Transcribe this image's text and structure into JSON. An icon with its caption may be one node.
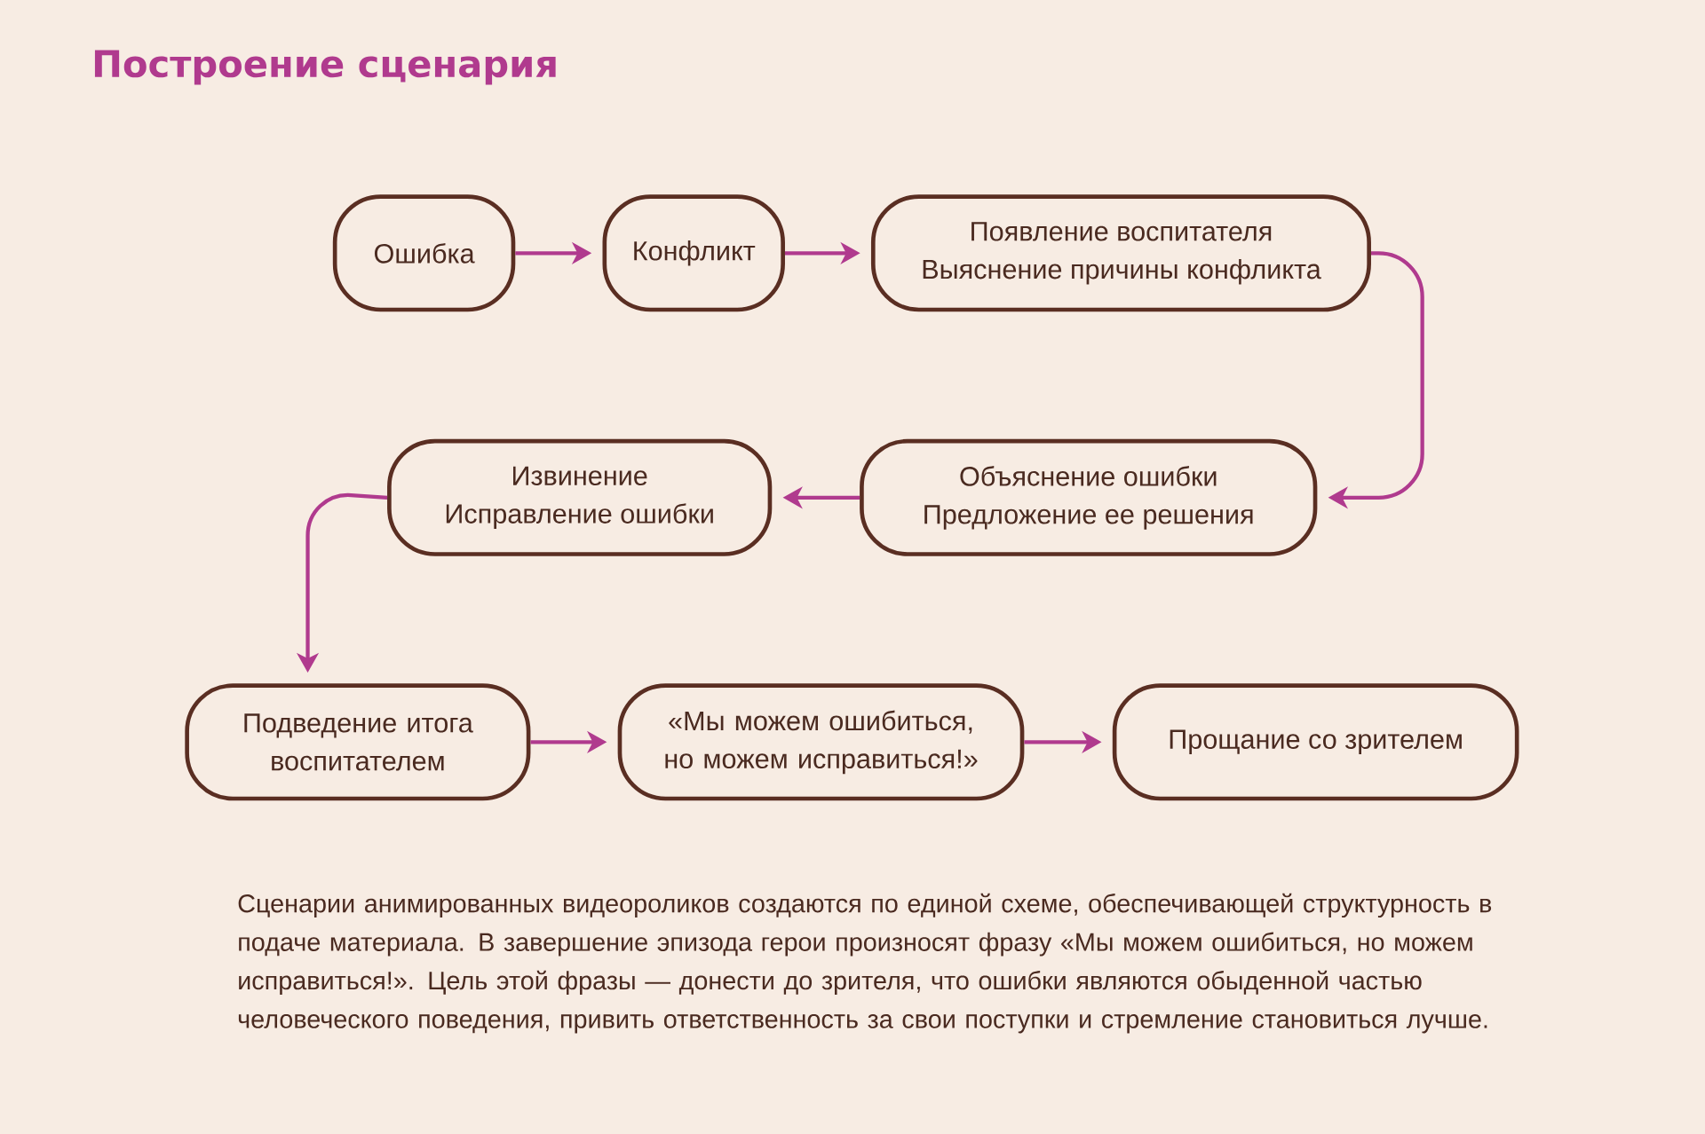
{
  "diagram": {
    "title": "Построение сценария",
    "nodes": [
      {
        "text": [
          "Ошибка"
        ]
      },
      {
        "text": [
          "Конфликт"
        ]
      },
      {
        "text": [
          "Появление воспитателя",
          "Выяснение причины конфликта"
        ]
      },
      {
        "text": [
          "Объяснение ошибки",
          "Предложение ее решения"
        ]
      },
      {
        "text": [
          "Извинение",
          "Исправление ошибки"
        ]
      },
      {
        "text": [
          "Подведение итога воспитателем"
        ]
      },
      {
        "text": [
          "«Мы можем ошибиться, но можем исправиться!»"
        ]
      },
      {
        "text": [
          "Прощание со зрителем"
        ]
      }
    ],
    "edges": [
      {
        "from": 0,
        "to": 1,
        "arrow": "to"
      },
      {
        "from": 1,
        "to": 2,
        "arrow": "to"
      },
      {
        "from": 2,
        "to": 3,
        "arrow": "to"
      },
      {
        "from": 3,
        "to": 4,
        "arrow": "to"
      },
      {
        "from": 4,
        "to": 5,
        "arrow": "to"
      },
      {
        "from": 5,
        "to": 6,
        "arrow": "to"
      },
      {
        "from": 6,
        "to": 7,
        "arrow": "to"
      }
    ],
    "caption": "Сценарии анимированных видеороликов создаются по единой схеме, обеспечивающей структурность в подаче материала. В завершение эпизода герои произносят фразу «Мы можем ошибиться, но можем исправиться!». Цель этой фразы — донести до зрителя, что ошибки являются обыденной частью человеческого поведения, привить ответственность за свои поступки и стремление становиться лучше."
  }
}
